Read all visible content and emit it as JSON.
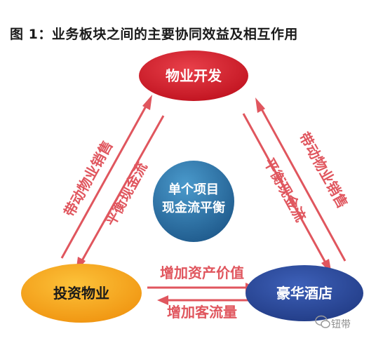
{
  "title": "图 1：业务板块之间的主要协同效益及相互作用",
  "nodes": {
    "top": "物业开发",
    "left": "投资物业",
    "right": "豪华酒店",
    "center_line1": "单个项目",
    "center_line2": "现金流平衡"
  },
  "labels": {
    "left_outer": "带动物业销售",
    "left_inner": "平衡现金流",
    "right_outer": "带动物业销售",
    "right_inner": "平衡现金流",
    "bottom_top": "增加资产价值",
    "bottom_bottom": "增加客流量"
  },
  "watermark": "钮带",
  "colors": {
    "red": "#d5202e",
    "orange": "#f6a21b",
    "navy": "#2a4a9c",
    "teal": "#2a6ea0",
    "arrow": "#e0565e",
    "label": "#e0565e"
  }
}
